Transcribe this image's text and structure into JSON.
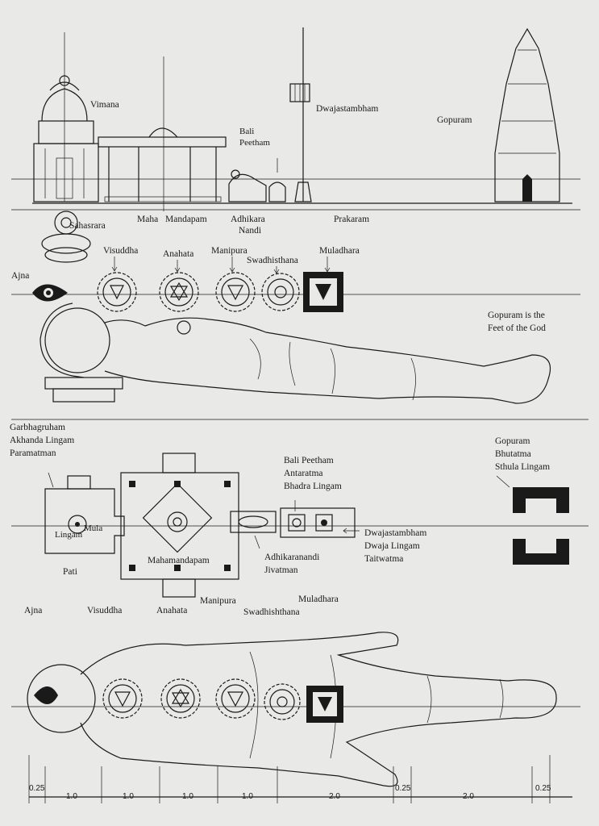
{
  "elevation": {
    "labels": {
      "vimana": "Vimana",
      "bali_peetham_1": "Bali",
      "bali_peetham_2": "Peetham",
      "dwajastambham": "Dwajastambham",
      "gopuram": "Gopuram",
      "maha_mandapam_1": "Maha",
      "maha_mandapam_2": "Mandapam",
      "adhikara_nandi_1": "Adhikara",
      "adhikara_nandi_2": "Nandi",
      "prakaram": "Prakaram"
    }
  },
  "side_body": {
    "chakras": {
      "sahasrara": "Sahasrara",
      "ajna": "Ajna",
      "visuddha": "Visuddha",
      "anahata": "Anahata",
      "manipura": "Manipura",
      "swadhisthana": "Swadhisthana",
      "muladhara": "Muladhara"
    },
    "note_1": "Gopuram is the",
    "note_2": "Feet of the God"
  },
  "plan": {
    "garbhagruham_1": "Garbhagruham",
    "garbhagruham_2": "Akhanda Lingam",
    "garbhagruham_3": "Paramatman",
    "mula": "Mula",
    "lingam": "Lingam",
    "pati": "Pati",
    "mahamandapam": "Mahamandapam",
    "bali_1": "Bali Peetham",
    "bali_2": "Antaratma",
    "bali_3": "Bhadra Lingam",
    "adhikaranandi_1": "Adhikaranandi",
    "adhikaranandi_2": "Jivatman",
    "dwaja_1": "Dwajastambham",
    "dwaja_2": "Dwaja Lingam",
    "dwaja_3": "Taitwatma",
    "gopuram_1": "Gopuram",
    "gopuram_2": "Bhutatma",
    "gopuram_3": "Sthula Lingam"
  },
  "top_body": {
    "chakras": {
      "ajna": "Ajna",
      "visuddha": "Visuddha",
      "anahata": "Anahata",
      "manipura": "Manipura",
      "swadhisthana": "Swadhishthana",
      "muladhara": "Muladhara"
    }
  },
  "scale": {
    "segments": [
      "0.25",
      "1.0",
      "1.0",
      "1.0",
      "1.0",
      "2.0",
      "0.25",
      "2.0",
      "0.25"
    ]
  }
}
